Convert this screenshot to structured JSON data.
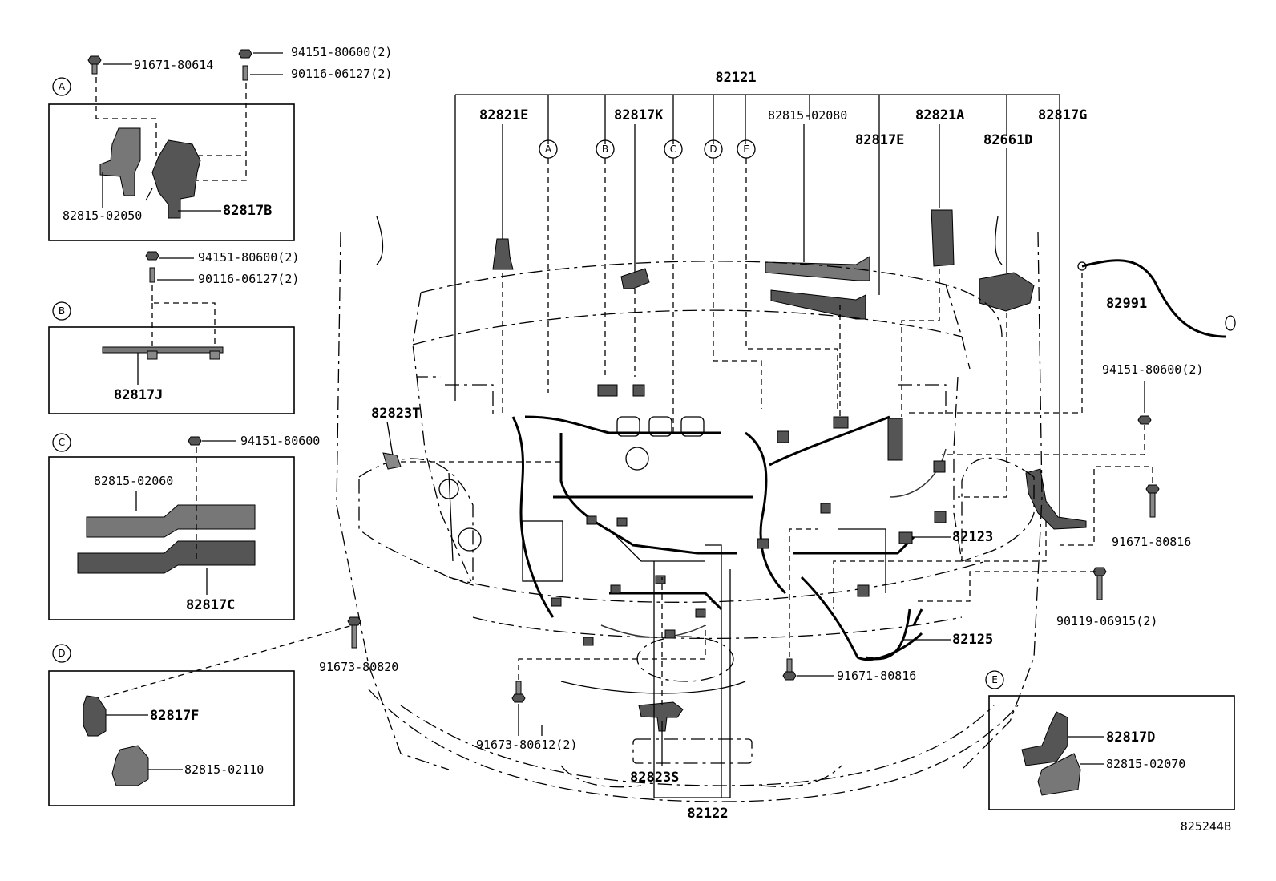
{
  "diagram_code": "825244B",
  "views": {
    "A": {
      "id": "A",
      "parts": {
        "p1": "91671-80614",
        "p2": "94151-80600(2)",
        "p3": "90116-06127(2)",
        "p4": "82815-02050",
        "p5": "82817B"
      }
    },
    "B": {
      "id": "B",
      "parts": {
        "p1": "94151-80600(2)",
        "p2": "90116-06127(2)",
        "p3": "82817J"
      }
    },
    "C": {
      "id": "C",
      "parts": {
        "p1": "94151-80600",
        "p2": "82815-02060",
        "p3": "82817C"
      }
    },
    "D": {
      "id": "D",
      "parts": {
        "p1": "82817F",
        "p2": "82815-02110"
      }
    },
    "E": {
      "id": "E",
      "parts": {
        "p1": "82817D",
        "p2": "82815-02070"
      }
    }
  },
  "main": {
    "harness": "82121",
    "top_callouts": [
      "A",
      "B",
      "C",
      "D",
      "E"
    ],
    "parts": {
      "p82821E": "82821E",
      "p82817K": "82817K",
      "p8281502080": "82815-02080",
      "p82821A": "82821A",
      "p82817G": "82817G",
      "p82817E": "82817E",
      "p82661D": "82661D",
      "p82991": "82991",
      "p82823T": "82823T",
      "p82123": "82123",
      "p82125": "82125",
      "p82823S": "82823S",
      "p82122": "82122",
      "b9415180600": "94151-80600(2)",
      "b9167180816a": "91671-80816",
      "b9011906915": "90119-06915(2)",
      "b9167180816b": "91671-80816",
      "b9167380820": "91673-80820",
      "b9167380612": "91673-80612(2)"
    }
  }
}
